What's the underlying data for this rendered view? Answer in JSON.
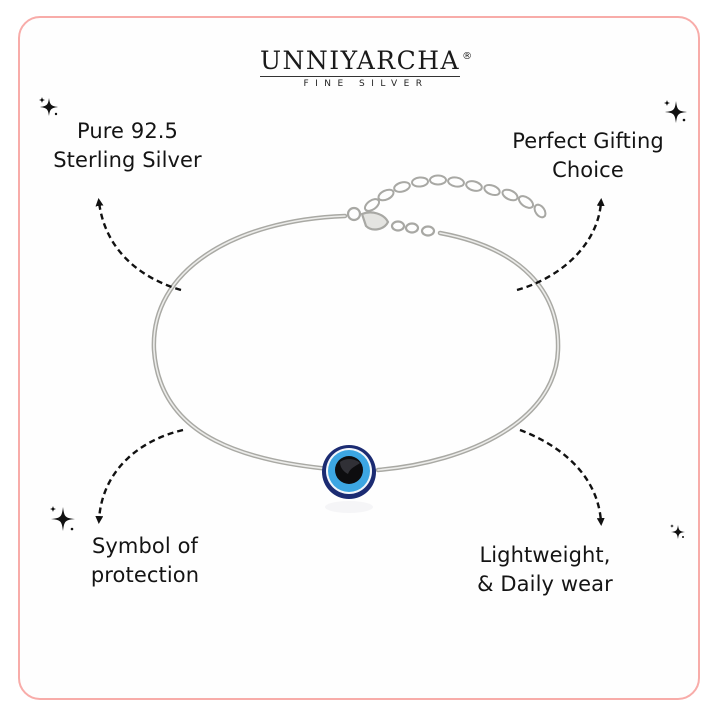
{
  "brand": {
    "name": "UNNIYARCHA",
    "registered_mark": "®",
    "tagline": "FINE SILVER"
  },
  "features": [
    {
      "line1": "Pure 92.5",
      "line2": "Sterling Silver",
      "position": "top-left",
      "arrow": "up"
    },
    {
      "line1": "Perfect Gifting",
      "line2": "Choice",
      "position": "top-right",
      "arrow": "up"
    },
    {
      "line1": "Symbol of",
      "line2": "protection",
      "position": "bottom-left",
      "arrow": "down"
    },
    {
      "line1": "Lightweight,",
      "line2": "& Daily wear",
      "position": "bottom-right",
      "arrow": "down"
    }
  ],
  "product": {
    "type": "evil eye bracelet",
    "icons": [
      "sparkle-icon",
      "dashed-arrow-icon",
      "evil-eye-charm"
    ]
  },
  "colors": {
    "frame_border": "#f8aca9",
    "text": "#141414",
    "silver": "#bdbdb8",
    "eye_outer": "#1b2b72",
    "eye_iris": "#3ca6e2",
    "eye_pupil": "#0d0d0f"
  }
}
